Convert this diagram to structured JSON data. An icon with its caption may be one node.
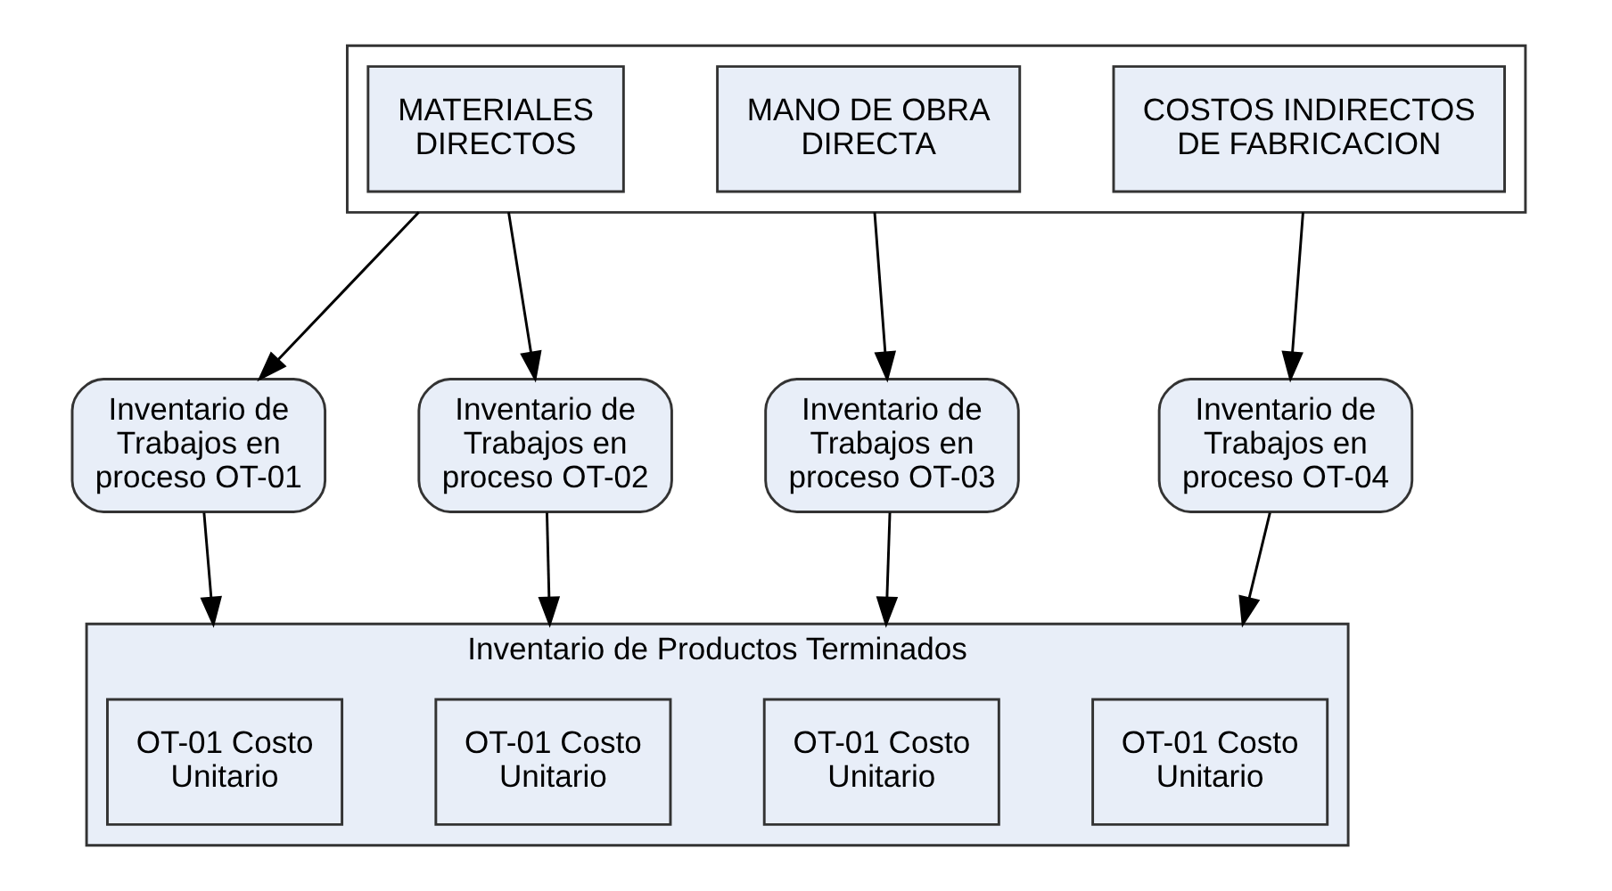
{
  "diagram": {
    "nodes": [
      {
        "text": [],
        "shape": "box"
      },
      {
        "text": [
          "MATERIALES DIRECTOS"
        ],
        "in": 0
      },
      {
        "text": [
          "MANO DE OBRA DIRECTA"
        ],
        "in": 0
      },
      {
        "text": [
          "COSTOS INDIRECTOS DE FABRICACION"
        ],
        "in": 0
      },
      {
        "text": [
          "Inventario de Trabajos en proceso OT-01"
        ]
      },
      {
        "text": [
          "Inventario de Trabajos en proceso OT-02"
        ]
      },
      {
        "text": [
          "Inventario de Trabajos en proceso OT-03"
        ]
      },
      {
        "text": [
          "Inventario de Trabajos en proceso OT-04"
        ]
      },
      {
        "text": [
          "Inventario de Productos Terminados"
        ]
      },
      {
        "text": [
          "OT-01 Costo Unitario"
        ],
        "in": 8
      },
      {
        "text": [
          "OT-01 Costo Unitario"
        ],
        "in": 8
      },
      {
        "text": [
          "OT-01 Costo Unitario"
        ],
        "in": 8
      },
      {
        "text": [
          "OT-01 Costo Unitario"
        ],
        "in": 8
      }
    ],
    "edges": [
      {
        "from": 0,
        "to": 4,
        "arrow": "to"
      },
      {
        "from": 0,
        "to": 5,
        "arrow": "to"
      },
      {
        "from": 0,
        "to": 6,
        "arrow": "to"
      },
      {
        "from": 0,
        "to": 7,
        "arrow": "to"
      },
      {
        "from": 4,
        "to": 8,
        "arrow": "to"
      },
      {
        "from": 5,
        "to": 8,
        "arrow": "to"
      },
      {
        "from": 6,
        "to": 8,
        "arrow": "to"
      },
      {
        "from": 7,
        "to": 8,
        "arrow": "to"
      }
    ]
  }
}
